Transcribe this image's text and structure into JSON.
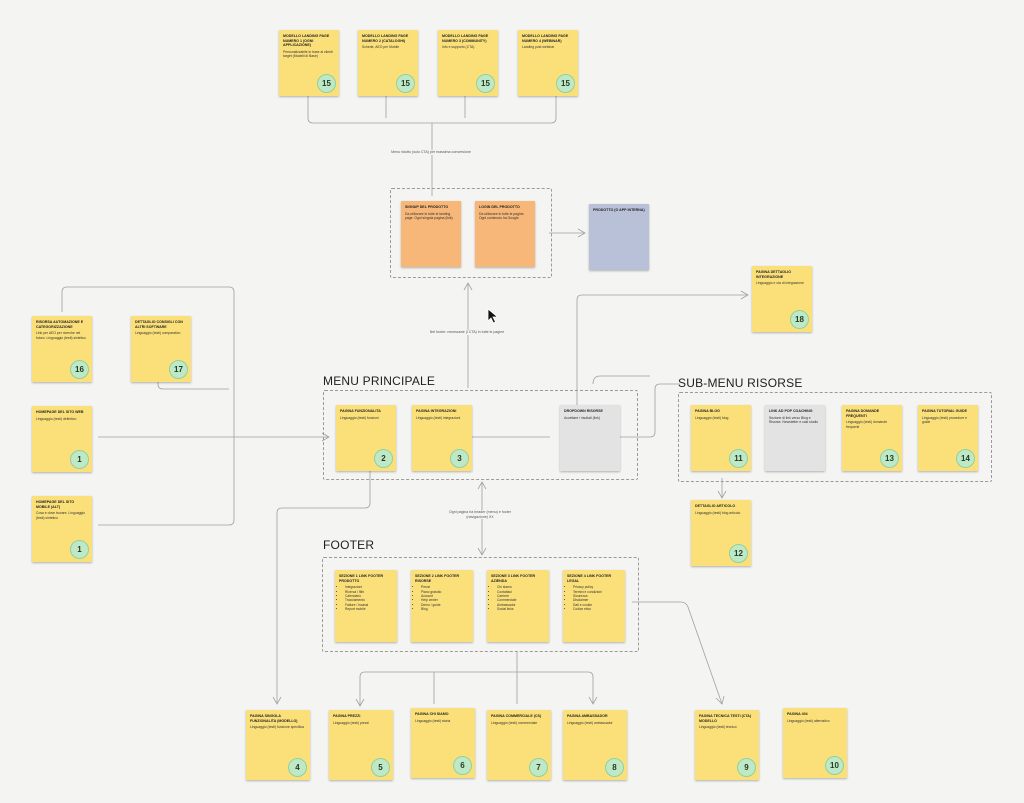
{
  "sections": {
    "menu_principale": "MENU PRINCIPALE",
    "sub_menu_risorse": "SUB-MENU RISORSE",
    "footer": "FOOTER"
  },
  "labels": {
    "menu_cta": "Menu ridotto (solo CTA) per massima conversione",
    "hero_nav": "Nel footer: necessarie (i CTA) in tutte le pagine",
    "footer_nav": "Ogni pagina ha header (menu) e footer (navigazione) XX"
  },
  "notes": {
    "n15a": {
      "title": "Modello landing page numero 1 (ogni applicazione)",
      "body": "Personalizzabile in base ai clienti target (Modelli di Base)",
      "badge": "15"
    },
    "n15b": {
      "title": "Modello landing page numero 2 (cataloghi)",
      "body": "Schede, AEO per Mobile",
      "badge": "15"
    },
    "n15c": {
      "title": "Modello landing page numero 3 (community)",
      "body": "Info e supporto (CTA)",
      "badge": "15"
    },
    "n15d": {
      "title": "Modello landing page numero 4 (webinar)",
      "body": "Landing post webinar",
      "badge": "15"
    },
    "signup": {
      "title": "Signup del prodotto",
      "body": "Da utilizzare in tutte le landing page. Ogni singola pagina (link)"
    },
    "login": {
      "title": "Login del prodotto",
      "body": "Da utilizzare in tutte le pagine. Ogni contenuto ha Google"
    },
    "app": {
      "title": "Prodotto (o app interna)",
      "body": ""
    },
    "n18": {
      "title": "Pagina dettaglio integrazione",
      "body": "Linguaggio e cta di integrazione",
      "badge": "18"
    },
    "n16": {
      "title": "Risorsa automazione e categorizzazione",
      "body": "Link per AEO per ricerche nel futuro. Linguaggio (testi) sintetico",
      "badge": "16"
    },
    "n17": {
      "title": "Dettaglio consigli con altri software",
      "body": "Linguaggio (testi) comparativo",
      "badge": "17"
    },
    "n1a": {
      "title": "Homepage del sito web",
      "body": "Linguaggio (testi) definitivo",
      "badge": "1"
    },
    "n1b": {
      "title": "Homepage del sito mobile (alt)",
      "body": "Cosa e dove trovare. Linguaggio (testi) sintetico",
      "badge": "1"
    },
    "n2": {
      "title": "Pagina funzionalita",
      "body": "Linguaggio (testi) funzioni",
      "badge": "2"
    },
    "n3": {
      "title": "Pagina integrazioni",
      "body": "Linguaggio (testi) integrazioni",
      "badge": "3"
    },
    "dropdown": {
      "title": "Dropdown risorse",
      "body": "Accettare i risultati (link)"
    },
    "n11": {
      "title": "Pagina blog",
      "body": "Linguaggio (testi) blog",
      "badge": "11"
    },
    "linkpreview": {
      "title": "Link ad pop coaching",
      "body": "Sezione di link verso Blog e Risorse. Newsletter e casi studio"
    },
    "n13": {
      "title": "Pagina domande frequenti",
      "body": "Linguaggio (testi) domande frequenti",
      "badge": "13"
    },
    "n14": {
      "title": "Pagina tutorial guide",
      "body": "Linguaggio (testi) procedure e guide",
      "badge": "14"
    },
    "n12": {
      "title": "Dettaglio articolo",
      "body": "Linguaggio (testi) blog articolo",
      "badge": "12"
    },
    "f1": {
      "title": "Sezione 1 link footer prodotto",
      "items": [
        "Integrazioni",
        "Ricerca / filtri",
        "Calendario",
        "Tracciamento",
        "Fatture / incassi",
        "Report mobile"
      ]
    },
    "f2": {
      "title": "Sezione 2 link footer risorse",
      "items": [
        "Prezzi",
        "Piano gratuito",
        "Account",
        "Help center",
        "Demo / guide",
        "Blog"
      ]
    },
    "f3": {
      "title": "Sezione 3 link footer azienda",
      "items": [
        "Chi siamo",
        "Contattaci",
        "Carriere",
        "Commerciale",
        "Ambassador",
        "Social links"
      ]
    },
    "f4": {
      "title": "Sezione 4 link footer legal",
      "items": [
        "Privacy policy",
        "Termini e condizioni",
        "Sicurezza",
        "Disclaimer",
        "Dati e cookie",
        "Codice etico"
      ]
    },
    "n4": {
      "title": "Pagina singola funzionalita (modello)",
      "body": "Linguaggio (testi) funzione specifica",
      "badge": "4"
    },
    "n5": {
      "title": "Pagina prezzi",
      "body": "Linguaggio (testi) prezzi",
      "badge": "5"
    },
    "n6": {
      "title": "Pagina chi siamo",
      "body": "Linguaggio (testi) storia",
      "badge": "6"
    },
    "n7": {
      "title": "Pagina commerciale (CS)",
      "body": "Linguaggio (testi) commerciale",
      "badge": "7"
    },
    "n8": {
      "title": "Pagina ambassador",
      "body": "Linguaggio (testi) ambassador",
      "badge": "8"
    },
    "n9": {
      "title": "Pagina tecnica testi (CTA) modello",
      "body": "Linguaggio (testi) tecnico",
      "badge": "9"
    },
    "n10": {
      "title": "Pagina 404",
      "body": "Linguaggio (testi) alternativo",
      "badge": "10"
    }
  },
  "colors": {
    "sticky": "#fbe07a",
    "orange": "#f7b778",
    "grey": "#e3e3e3",
    "blue": "#b9c1d8",
    "badge": "#bfe8c7",
    "line": "#9e9e9e"
  }
}
